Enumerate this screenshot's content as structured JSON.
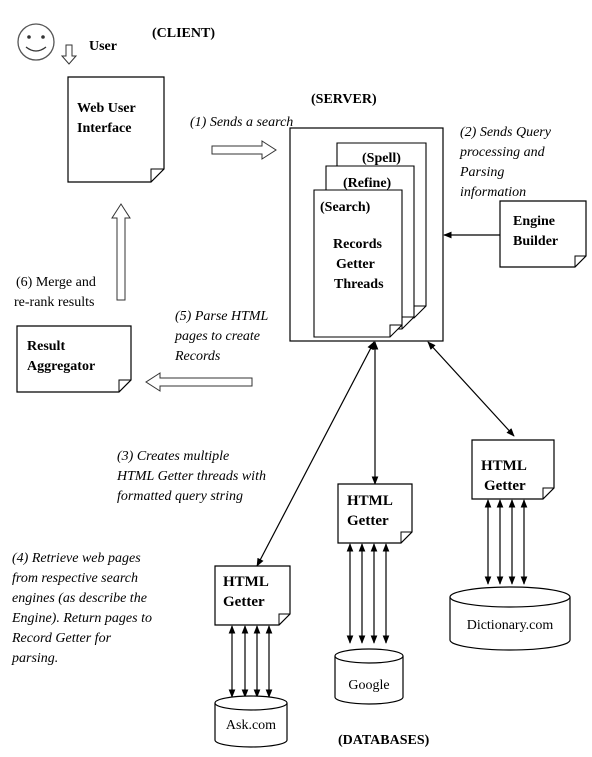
{
  "labels": {
    "client": "(CLIENT)",
    "user": "User",
    "server": "(SERVER)",
    "databases": "(DATABASES)"
  },
  "boxes": {
    "web_ui": [
      "Web User",
      "Interface"
    ],
    "spell": "(Spell)",
    "refine": "(Refine)",
    "search": "(Search)",
    "records_getter": [
      "Records",
      "Getter",
      "Threads"
    ],
    "engine_builder": [
      "Engine",
      "Builder"
    ],
    "result_aggregator": [
      "Result",
      "Aggregator"
    ],
    "html_getter": [
      "HTML",
      "Getter"
    ]
  },
  "steps": {
    "s1": [
      "(1) Sends a search"
    ],
    "s2": [
      "(2) Sends Query",
      "processing and",
      "Parsing",
      "information"
    ],
    "s3": [
      "(3) Creates multiple",
      "HTML Getter threads with",
      "formatted query string"
    ],
    "s4": [
      "(4) Retrieve web pages",
      "from respective search",
      "engines (as describe the",
      "Engine). Return pages to",
      "Record Getter for",
      "parsing."
    ],
    "s5": [
      "(5) Parse HTML",
      "pages to create",
      "Records"
    ],
    "s6": [
      "(6) Merge and",
      "re-rank results"
    ]
  },
  "databases": {
    "ask": "Ask.com",
    "google": "Google",
    "dictionary": "Dictionary.com"
  }
}
